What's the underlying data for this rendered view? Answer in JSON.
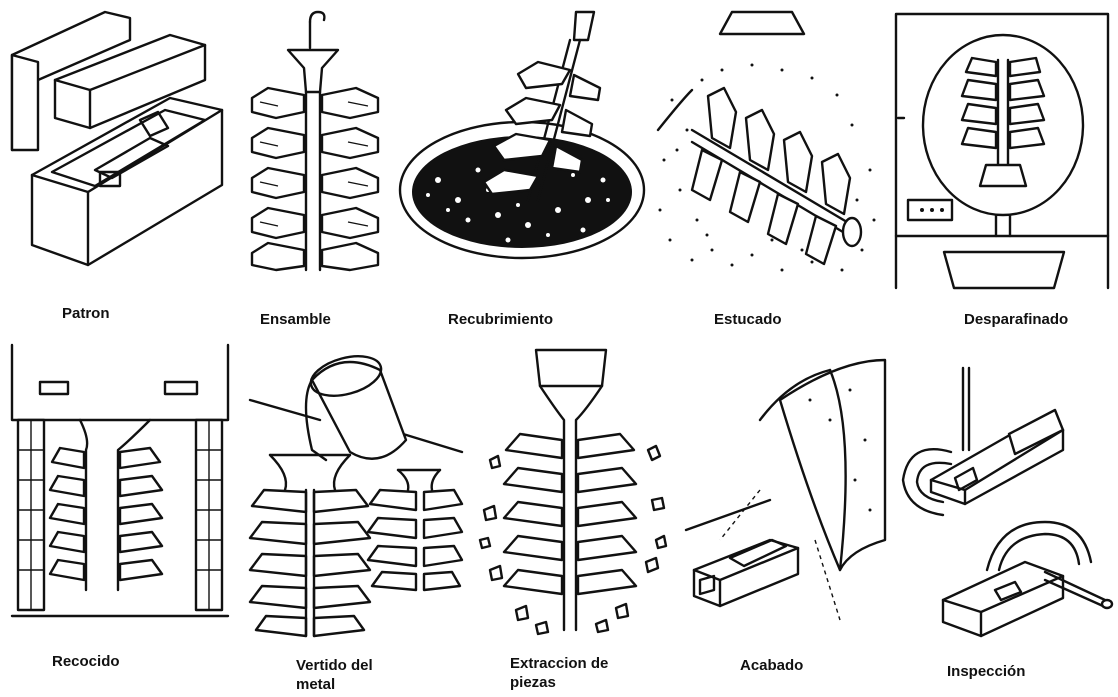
{
  "steps": [
    {
      "id": "patron",
      "label": "Patron"
    },
    {
      "id": "ensamble",
      "label": "Ensamble"
    },
    {
      "id": "recubrimiento",
      "label": "Recubrimiento"
    },
    {
      "id": "estucado",
      "label": "Estucado"
    },
    {
      "id": "desparafinado",
      "label": "Desparafinado"
    },
    {
      "id": "recocido",
      "label": "Recocido"
    },
    {
      "id": "vertido",
      "label": "Vertido del metal"
    },
    {
      "id": "extraccion",
      "label": "Extraccion de piezas"
    },
    {
      "id": "acabado",
      "label": "Acabado"
    },
    {
      "id": "inspeccion",
      "label": "Inspección"
    }
  ]
}
